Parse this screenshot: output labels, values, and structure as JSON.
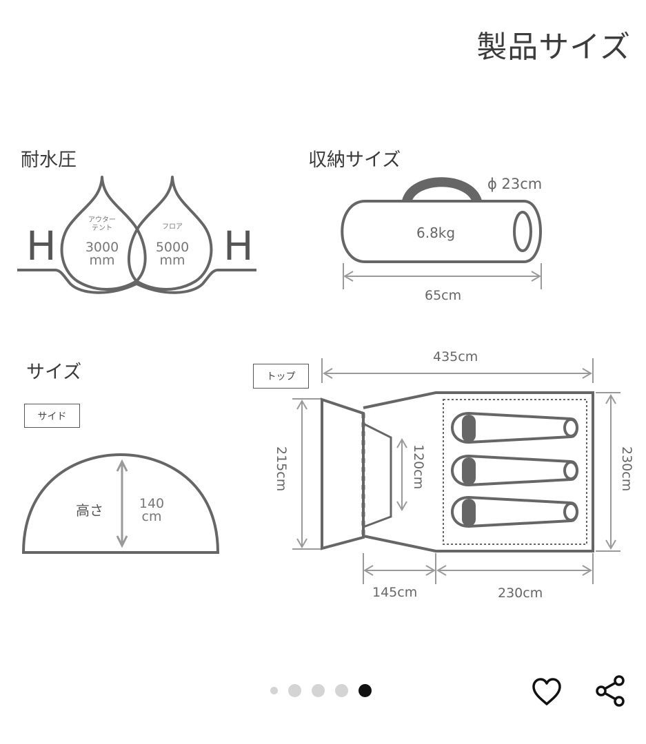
{
  "page_title": "製品サイズ",
  "water_resistance": {
    "heading": "耐水圧",
    "h_left": "H",
    "h_right": "H",
    "outer_tent_label_line1": "アウター",
    "outer_tent_label_line2": "テント",
    "outer_tent_value": "3000",
    "outer_tent_unit": "mm",
    "floor_label": "フロア",
    "floor_value": "5000",
    "floor_unit": "mm"
  },
  "storage_size": {
    "heading": "収納サイズ",
    "diameter": "ϕ 23cm",
    "weight": "6.8kg",
    "length": "65cm"
  },
  "size": {
    "heading": "サイズ",
    "side_tag": "サイド",
    "height_label": "高さ",
    "height_value": "140",
    "height_unit": "cm"
  },
  "top_view": {
    "tag": "トップ",
    "total_length": "435cm",
    "front_width": "215cm",
    "entrance_width": "120cm",
    "inner_width": "230cm",
    "vestibule_length": "145cm",
    "inner_length": "230cm"
  },
  "carousel": {
    "total": 5,
    "active_index": 4
  },
  "actions": {
    "favorite_icon": "heart-icon",
    "share_icon": "share-icon"
  }
}
